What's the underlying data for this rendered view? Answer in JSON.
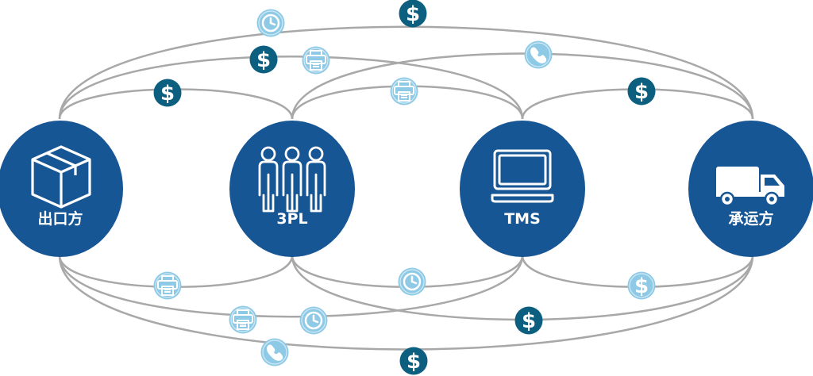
{
  "colors": {
    "node_fill": "#175695",
    "connector": "#a8a8a8",
    "dark_badge": "#0d5f80",
    "light_badge": "#8ecae6",
    "icon_white": "#ffffff"
  },
  "nodes": [
    {
      "key": "exporter",
      "label": "出口方",
      "icon": "package-box-icon"
    },
    {
      "key": "3pl",
      "label": "3PL",
      "icon": "three-people-icon"
    },
    {
      "key": "tms",
      "label": "TMS",
      "icon": "laptop-icon"
    },
    {
      "key": "carrier",
      "label": "承运方",
      "icon": "delivery-truck-icon"
    }
  ],
  "badges": [
    {
      "icon": "dollar-icon",
      "glyph": "$",
      "tone": "dark"
    },
    {
      "icon": "clock-icon",
      "tone": "light"
    },
    {
      "icon": "dollar-icon",
      "glyph": "$",
      "tone": "dark"
    },
    {
      "icon": "printer-icon",
      "tone": "light"
    },
    {
      "icon": "phone-icon",
      "tone": "light"
    },
    {
      "icon": "dollar-icon",
      "glyph": "$",
      "tone": "dark"
    },
    {
      "icon": "printer-icon",
      "tone": "light"
    },
    {
      "icon": "dollar-icon",
      "glyph": "$",
      "tone": "dark"
    },
    {
      "icon": "printer-icon",
      "tone": "light"
    },
    {
      "icon": "clock-icon",
      "tone": "light"
    },
    {
      "icon": "dollar-icon",
      "glyph": "$",
      "tone": "light"
    },
    {
      "icon": "printer-icon",
      "tone": "light"
    },
    {
      "icon": "clock-icon",
      "tone": "light"
    },
    {
      "icon": "dollar-icon",
      "glyph": "$",
      "tone": "dark"
    },
    {
      "icon": "phone-icon",
      "tone": "light"
    },
    {
      "icon": "dollar-icon",
      "glyph": "$",
      "tone": "dark"
    }
  ]
}
